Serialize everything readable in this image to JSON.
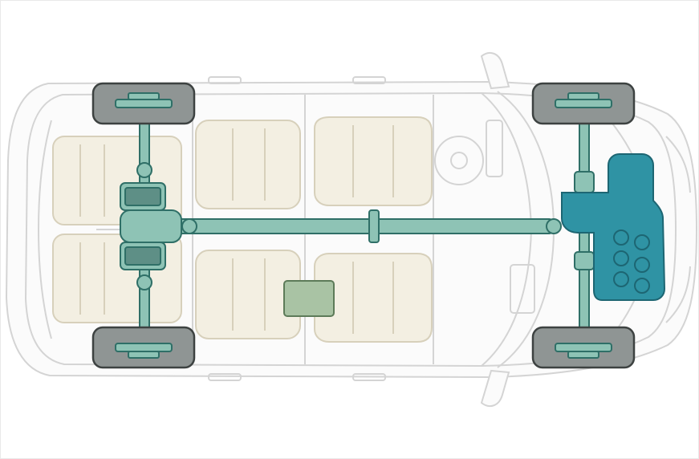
{
  "colors": {
    "background": "#ffffff",
    "frame": "#e9e9e9",
    "body_outline": "#d4d4d4",
    "body_fill": "#fbfbfb",
    "seat_fill": "#f3efe2",
    "seat_stroke": "#d7d0bb",
    "tire_fill": "#8f9594",
    "tire_stroke": "#3d4241",
    "drivetrain_fill": "#8ec3b5",
    "drivetrain_stroke": "#2f6f67",
    "front_unit_fill": "#2f93a4",
    "front_unit_stroke": "#1d6673",
    "battery_fill": "#a9c3a4",
    "battery_stroke": "#5d7b59"
  },
  "icons": [
    "car-body-outline",
    "wheel-icon",
    "propeller-shaft",
    "rear-axle-unit",
    "front-engine-unit",
    "battery-pack"
  ]
}
